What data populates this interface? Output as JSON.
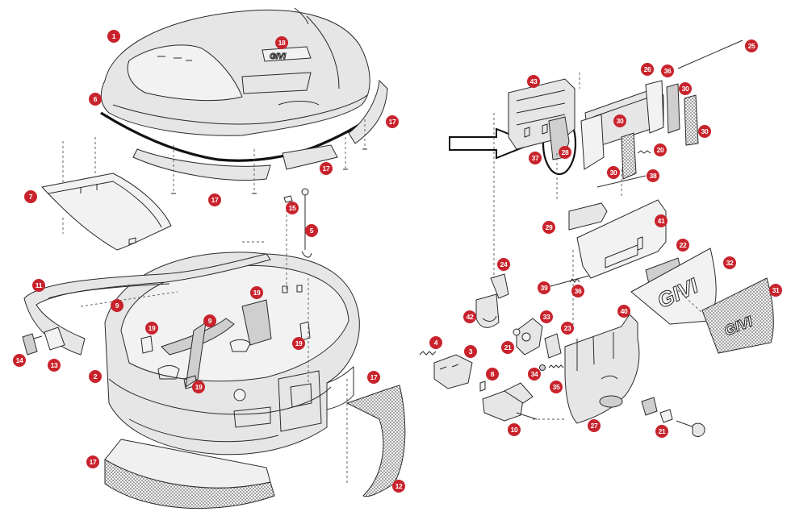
{
  "diagram": {
    "brand_marks": {
      "lid_badge": "GIVI",
      "plate_32": "GIVI",
      "plate_31": "GIVI"
    },
    "callouts": [
      {
        "id": "c1",
        "label": "1"
      },
      {
        "id": "c18",
        "label": "18"
      },
      {
        "id": "c6",
        "label": "6"
      },
      {
        "id": "c17a",
        "label": "17"
      },
      {
        "id": "c17b",
        "label": "17"
      },
      {
        "id": "c17c",
        "label": "17"
      },
      {
        "id": "c7",
        "label": "7"
      },
      {
        "id": "c15",
        "label": "15"
      },
      {
        "id": "c5",
        "label": "5"
      },
      {
        "id": "c11",
        "label": "11"
      },
      {
        "id": "c9a",
        "label": "9"
      },
      {
        "id": "c19a",
        "label": "19"
      },
      {
        "id": "c19b",
        "label": "19"
      },
      {
        "id": "c9b",
        "label": "9"
      },
      {
        "id": "c19c",
        "label": "19"
      },
      {
        "id": "c19d",
        "label": "19"
      },
      {
        "id": "c14",
        "label": "14"
      },
      {
        "id": "c13",
        "label": "13"
      },
      {
        "id": "c2",
        "label": "2"
      },
      {
        "id": "c17d",
        "label": "17"
      },
      {
        "id": "c17e",
        "label": "17"
      },
      {
        "id": "c12",
        "label": "12"
      },
      {
        "id": "c25",
        "label": "25"
      },
      {
        "id": "c43",
        "label": "43"
      },
      {
        "id": "c26",
        "label": "26"
      },
      {
        "id": "c36a",
        "label": "36"
      },
      {
        "id": "c30a",
        "label": "30"
      },
      {
        "id": "c30b",
        "label": "30"
      },
      {
        "id": "c30c",
        "label": "30"
      },
      {
        "id": "c30d",
        "label": "30"
      },
      {
        "id": "c28",
        "label": "28"
      },
      {
        "id": "c37",
        "label": "37"
      },
      {
        "id": "c20",
        "label": "20"
      },
      {
        "id": "c38",
        "label": "38"
      },
      {
        "id": "c29",
        "label": "29"
      },
      {
        "id": "c41",
        "label": "41"
      },
      {
        "id": "c22",
        "label": "22"
      },
      {
        "id": "c32",
        "label": "32"
      },
      {
        "id": "c24",
        "label": "24"
      },
      {
        "id": "c39",
        "label": "39"
      },
      {
        "id": "c36b",
        "label": "36"
      },
      {
        "id": "c31",
        "label": "31"
      },
      {
        "id": "c42",
        "label": "42"
      },
      {
        "id": "c33",
        "label": "33"
      },
      {
        "id": "c40",
        "label": "40"
      },
      {
        "id": "c21a",
        "label": "21"
      },
      {
        "id": "c23",
        "label": "23"
      },
      {
        "id": "c4",
        "label": "4"
      },
      {
        "id": "c3",
        "label": "3"
      },
      {
        "id": "c34",
        "label": "34"
      },
      {
        "id": "c8",
        "label": "8"
      },
      {
        "id": "c35",
        "label": "35"
      },
      {
        "id": "c10",
        "label": "10"
      },
      {
        "id": "c27",
        "label": "27"
      },
      {
        "id": "c21b",
        "label": "21"
      }
    ]
  }
}
